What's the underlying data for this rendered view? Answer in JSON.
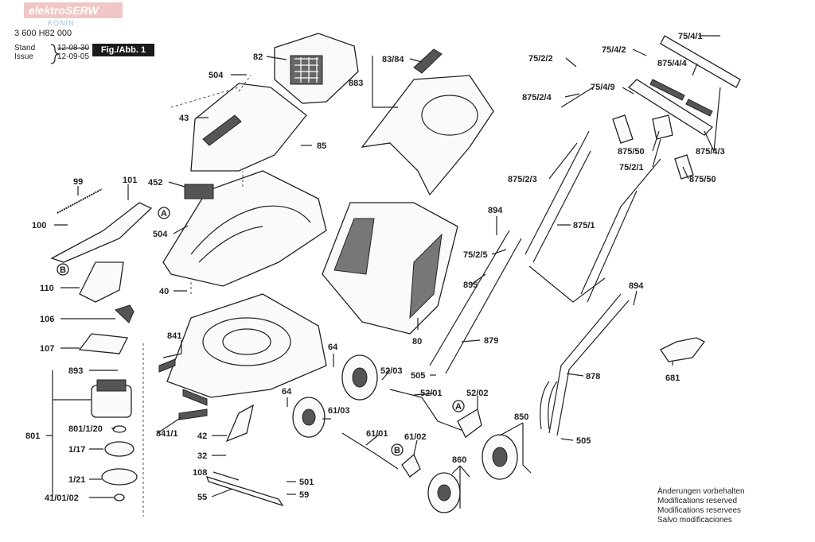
{
  "watermark": {
    "brand": "elektroSERW",
    "city": "KONIN"
  },
  "header": {
    "doc_number": "3 600 H82 000",
    "stand_label": "Stand",
    "issue_label": "Issue",
    "stand_date": "12-08-30",
    "issue_date": "12-09-05",
    "figure_label": "Fig./Abb. 1"
  },
  "footer_notes": [
    "Änderungen vorbehalten",
    "Modifications reserved",
    "Modifications reservees",
    "Salvo modificaciones"
  ],
  "callouts": {
    "c82": "82",
    "c504a": "504",
    "c43": "43",
    "c85": "85",
    "c99": "99",
    "c101": "101",
    "c452": "452",
    "c100": "100",
    "c504b": "504",
    "c110": "110",
    "c40": "40",
    "c106": "106",
    "c107": "107",
    "c841": "841",
    "c893": "893",
    "c841_1": "841/1",
    "c801": "801",
    "c801_1_20": "801/1/20",
    "c1_17": "1/17",
    "c1_21": "1/21",
    "c41_01_02": "41/01/02",
    "c42": "42",
    "c32": "32",
    "c108": "108",
    "c55": "55",
    "c501": "501",
    "c59": "59",
    "c83_84": "83/84",
    "c883": "883",
    "c80": "80",
    "c64a": "64",
    "c52_03": "52/03",
    "c64b": "64",
    "c61_03": "61/03",
    "c505a": "505",
    "c52_01": "52/01",
    "c52_02": "52/02",
    "c61_01": "61/01",
    "c61_02": "61/02",
    "c860": "860",
    "c850": "850",
    "c505b": "505",
    "c894a": "894",
    "c75_2_5": "75/2/5",
    "c895": "895",
    "c879": "879",
    "c878": "878",
    "c894b": "894",
    "c875_1": "875/1",
    "c875_2_3": "875/2/3",
    "c875_2_4": "875/2/4",
    "c75_2_2": "75/2/2",
    "c75_4_2": "75/4/2",
    "c75_4_1": "75/4/1",
    "c875_4_4": "875/4/4",
    "c75_4_9": "75/4/9",
    "c875_50a": "875/50",
    "c75_2_1": "75/2/1",
    "c875_4_3": "875/4/3",
    "c875_50b": "875/50",
    "c681": "681"
  },
  "markers": {
    "a1": "A",
    "a2": "A",
    "b1": "B",
    "b2": "B"
  }
}
